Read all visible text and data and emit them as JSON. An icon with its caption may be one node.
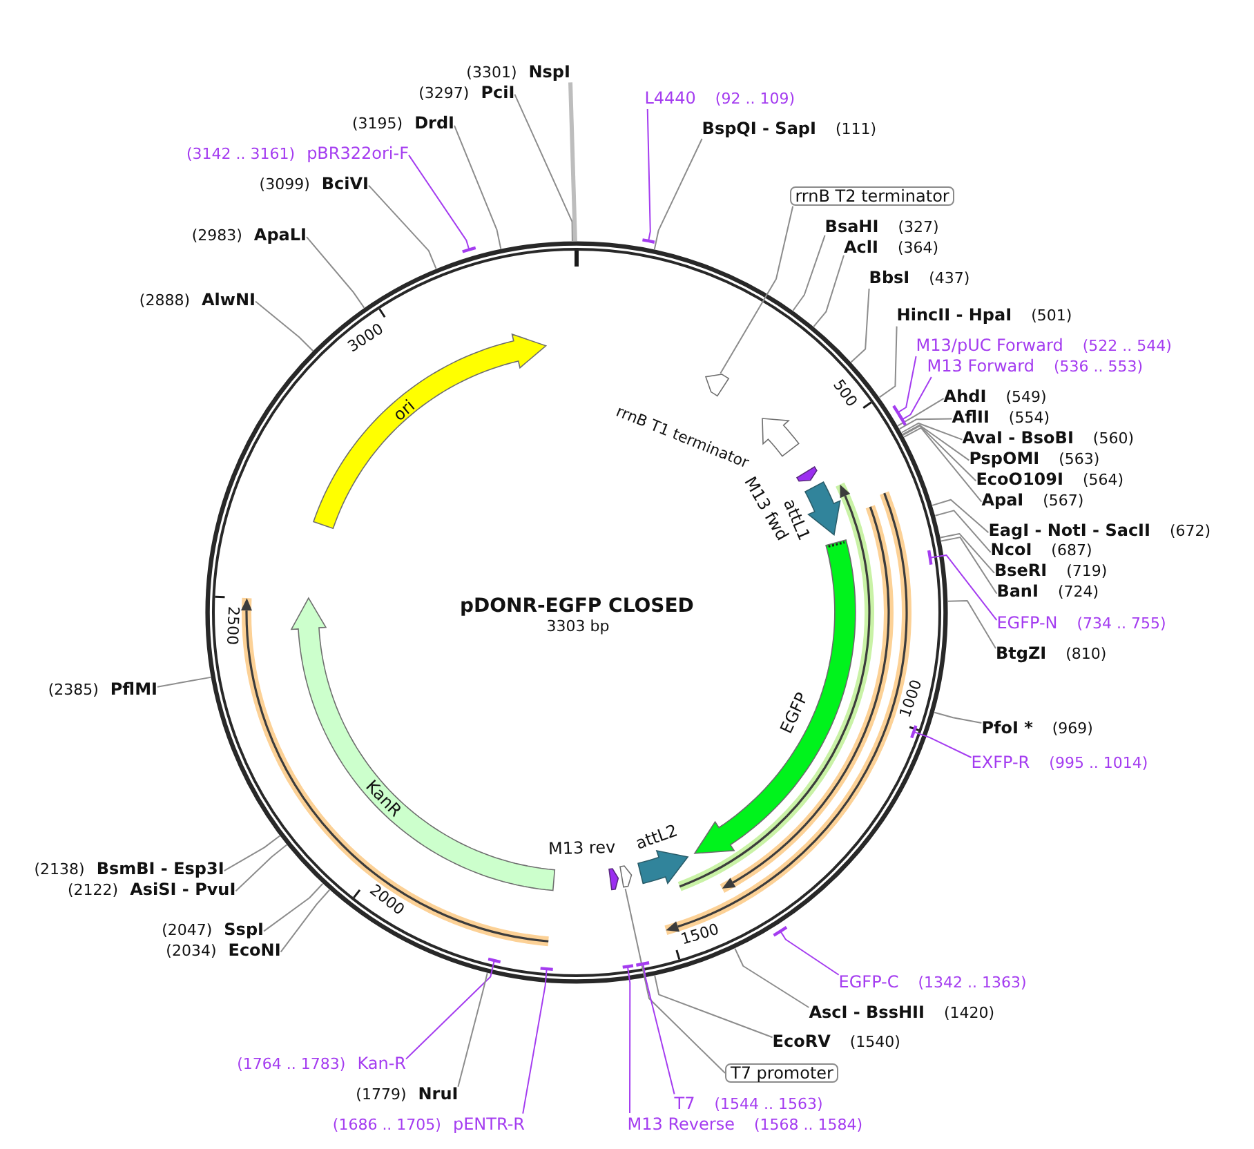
{
  "diagram": {
    "title": "pDONR-EGFP CLOSED",
    "nodes": [
      {
        "text": [
          "L4440",
          "(92 .. 109)"
        ]
      },
      {
        "text": [
          "BspQI - SapI",
          "(111)"
        ]
      },
      {
        "text": [
          "rrnB T2 terminator"
        ]
      },
      {
        "text": [
          "BsaHI",
          "(327)"
        ]
      },
      {
        "text": [
          "AclI",
          "(364)"
        ]
      },
      {
        "text": [
          "BbsI",
          "(437)"
        ]
      },
      {
        "text": [
          "HincII - HpaI",
          "(501)"
        ]
      },
      {
        "text": [
          "M13/pUC Forward",
          "(522 .. 544)"
        ]
      },
      {
        "text": [
          "M13 Forward",
          "(536 .. 553)"
        ]
      },
      {
        "text": [
          "AhdI",
          "(549)"
        ]
      },
      {
        "text": [
          "AflII",
          "(554)"
        ]
      },
      {
        "text": [
          "AvaI - BsoBI",
          "(560)"
        ]
      },
      {
        "text": [
          "PspOMI",
          "(563)"
        ]
      },
      {
        "text": [
          "EcoO109I",
          "(564)"
        ]
      },
      {
        "text": [
          "ApaI",
          "(567)"
        ]
      },
      {
        "text": [
          "EagI - NotI - SacII",
          "(672)"
        ]
      },
      {
        "text": [
          "NcoI",
          "(687)"
        ]
      },
      {
        "text": [
          "BseRI",
          "(719)"
        ]
      },
      {
        "text": [
          "BanI",
          "(724)"
        ]
      },
      {
        "text": [
          "EGFP-N",
          "(734 .. 755)"
        ]
      },
      {
        "text": [
          "BtgZI",
          "(810)"
        ]
      },
      {
        "text": [
          "PfoI *",
          "(969)"
        ]
      },
      {
        "text": [
          "EXFP-R",
          "(995 .. 1014)"
        ]
      },
      {
        "text": [
          "EGFP-C",
          "(1342 .. 1363)"
        ]
      },
      {
        "text": [
          "AscI - BssHII",
          "(1420)"
        ]
      },
      {
        "text": [
          "EcoRV",
          "(1540)"
        ]
      },
      {
        "text": [
          "T7 promoter"
        ]
      },
      {
        "text": [
          "T7",
          "(1544 .. 1563)"
        ]
      },
      {
        "text": [
          "M13 Reverse",
          "(1568 .. 1584)"
        ]
      },
      {
        "text": [
          "(1686 .. 1705)",
          "pENTR-R"
        ]
      },
      {
        "text": [
          "(1764 .. 1783)",
          "Kan-R"
        ]
      },
      {
        "text": [
          "(1779)",
          "NruI"
        ]
      },
      {
        "text": [
          "(2034)",
          "EcoNI"
        ]
      },
      {
        "text": [
          "(2047)",
          "SspI"
        ]
      },
      {
        "text": [
          "(2122)",
          "AsiSI - PvuI"
        ]
      },
      {
        "text": [
          "(2138)",
          "BsmBI - Esp3I"
        ]
      },
      {
        "text": [
          "(2385)",
          "PflMI"
        ]
      },
      {
        "text": [
          "(2888)",
          "AlwNI"
        ]
      },
      {
        "text": [
          "(2983)",
          "ApaLI"
        ]
      },
      {
        "text": [
          "(3099)",
          "BciVI"
        ]
      },
      {
        "text": [
          "(3142 .. 3161)",
          "pBR322ori-F"
        ]
      },
      {
        "text": [
          "(3195)",
          "DrdI"
        ]
      },
      {
        "text": [
          "(3297)",
          "PciI"
        ]
      },
      {
        "text": [
          "(3301)",
          "NspI"
        ]
      },
      {
        "text": [],
        "shape": "arrow"
      },
      {
        "text": [
          "rrnB T1 terminator"
        ]
      },
      {
        "text": [
          "M13 fwd"
        ]
      },
      {
        "text": [
          "attL1"
        ]
      },
      {
        "text": [
          "EGFP"
        ]
      },
      {
        "text": [
          "attL2"
        ]
      },
      {
        "text": [],
        "shape": "arrow"
      },
      {
        "text": [
          "M13 rev"
        ]
      },
      {
        "text": [
          "KanR"
        ]
      },
      {
        "text": [
          "ori"
        ]
      }
    ],
    "edges": [
      {
        "from": 0,
        "to": null,
        "arrow": "none",
        "color": "#a43cf0"
      },
      {
        "from": 1,
        "to": null,
        "arrow": "none"
      },
      {
        "from": 2,
        "to": 44,
        "arrow": "none"
      },
      {
        "from": 3,
        "to": null,
        "arrow": "none"
      },
      {
        "from": 4,
        "to": null,
        "arrow": "none"
      },
      {
        "from": 5,
        "to": null,
        "arrow": "none"
      },
      {
        "from": 6,
        "to": null,
        "arrow": "none"
      },
      {
        "from": 7,
        "to": null,
        "arrow": "none",
        "color": "#a43cf0"
      },
      {
        "from": 8,
        "to": null,
        "arrow": "none",
        "color": "#a43cf0"
      },
      {
        "from": 9,
        "to": null,
        "arrow": "none"
      },
      {
        "from": 10,
        "to": null,
        "arrow": "none"
      },
      {
        "from": 11,
        "to": null,
        "arrow": "none"
      },
      {
        "from": 12,
        "to": null,
        "arrow": "none"
      },
      {
        "from": 13,
        "to": null,
        "arrow": "none"
      },
      {
        "from": 14,
        "to": null,
        "arrow": "none"
      },
      {
        "from": 15,
        "to": null,
        "arrow": "none"
      },
      {
        "from": 16,
        "to": null,
        "arrow": "none"
      },
      {
        "from": 17,
        "to": null,
        "arrow": "none"
      },
      {
        "from": 18,
        "to": null,
        "arrow": "none"
      },
      {
        "from": 19,
        "to": null,
        "arrow": "none",
        "color": "#a43cf0"
      },
      {
        "from": 20,
        "to": null,
        "arrow": "none"
      },
      {
        "from": 21,
        "to": null,
        "arrow": "none"
      },
      {
        "from": 22,
        "to": null,
        "arrow": "none",
        "color": "#a43cf0"
      },
      {
        "from": 23,
        "to": null,
        "arrow": "none",
        "color": "#a43cf0"
      },
      {
        "from": 24,
        "to": null,
        "arrow": "none"
      },
      {
        "from": 25,
        "to": null,
        "arrow": "none"
      },
      {
        "from": 26,
        "to": 50,
        "arrow": "none"
      },
      {
        "from": 27,
        "to": null,
        "arrow": "none",
        "color": "#a43cf0"
      },
      {
        "from": 28,
        "to": null,
        "arrow": "none",
        "color": "#a43cf0"
      },
      {
        "from": 29,
        "to": null,
        "arrow": "none",
        "color": "#a43cf0"
      },
      {
        "from": 30,
        "to": null,
        "arrow": "none",
        "color": "#a43cf0"
      },
      {
        "from": 31,
        "to": null,
        "arrow": "none"
      },
      {
        "from": 32,
        "to": null,
        "arrow": "none"
      },
      {
        "from": 33,
        "to": null,
        "arrow": "none"
      },
      {
        "from": 34,
        "to": null,
        "arrow": "none"
      },
      {
        "from": 35,
        "to": null,
        "arrow": "none"
      },
      {
        "from": 36,
        "to": null,
        "arrow": "none"
      },
      {
        "from": 37,
        "to": null,
        "arrow": "none"
      },
      {
        "from": 38,
        "to": null,
        "arrow": "none"
      },
      {
        "from": 39,
        "to": null,
        "arrow": "none"
      },
      {
        "from": 40,
        "to": null,
        "arrow": "none",
        "color": "#a43cf0"
      },
      {
        "from": 41,
        "to": null,
        "arrow": "none"
      },
      {
        "from": 42,
        "to": null,
        "arrow": "none"
      },
      {
        "from": 43,
        "to": null,
        "arrow": "none",
        "style": "thick",
        "color": "#bdbdbd"
      }
    ],
    "labels": [
      "3303 bp",
      "500",
      "1000",
      "1500",
      "2000",
      "2500",
      "3000"
    ]
  }
}
